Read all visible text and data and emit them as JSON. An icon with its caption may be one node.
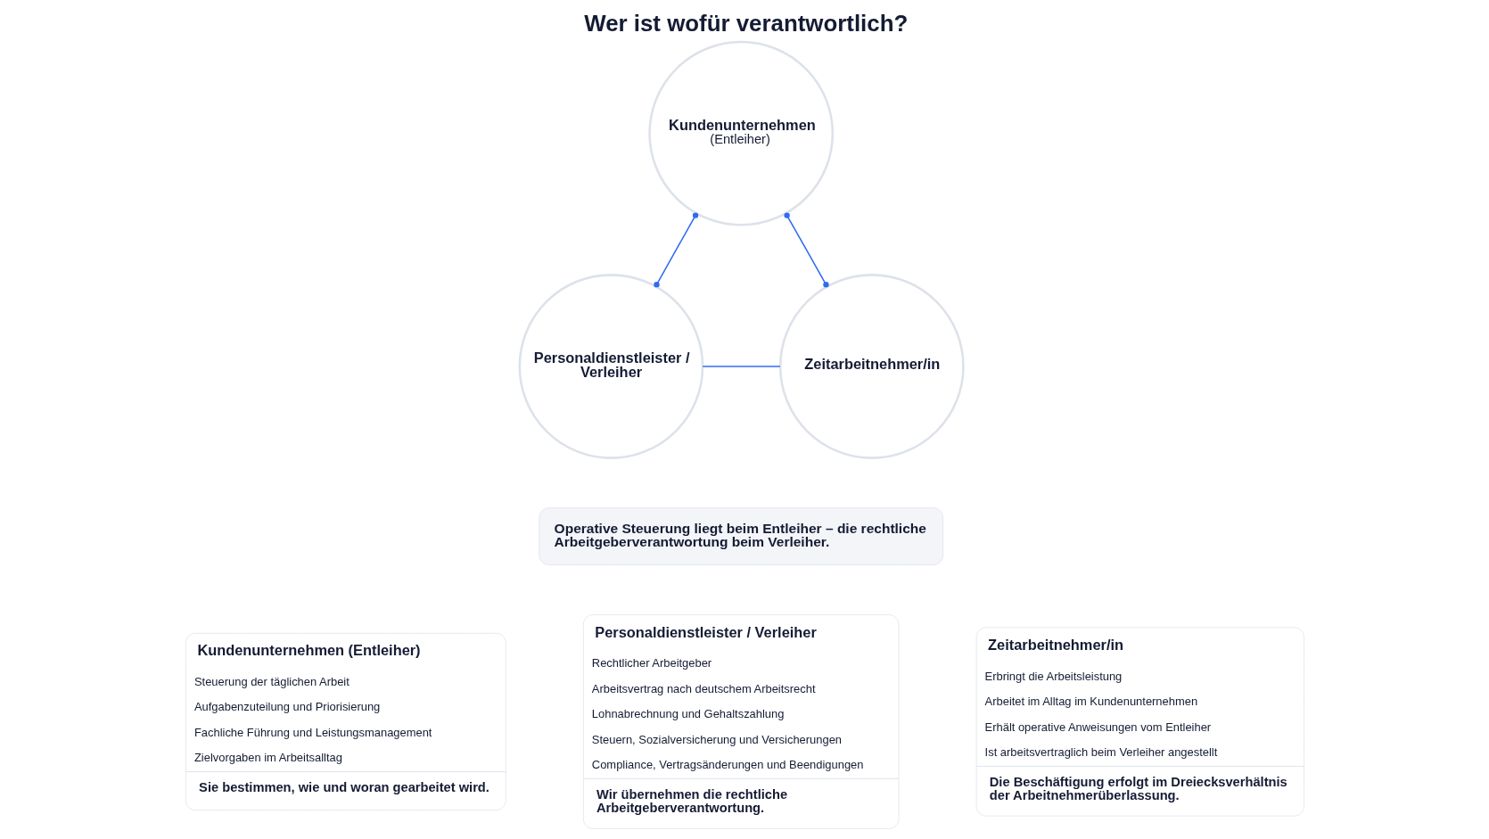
{
  "diagram": {
    "title": "Wer ist wofür verantwortlich?",
    "nodes": [
      {
        "text": [
          "Kundenunternehmen",
          "(Entleiher)"
        ]
      },
      {
        "text": [
          "Personaldienstleister / Verleiher"
        ]
      },
      {
        "text": [
          "Zeitarbeitnehmer/in"
        ]
      },
      {
        "text": [
          "Operative Steuerung liegt beim Entleiher – die rechtliche Arbeitgeberverantwortung beim Verleiher."
        ]
      },
      {
        "text": [
          "Kundenunternehmen (Entleiher)",
          "Steuerung der täglichen Arbeit",
          "Aufgabenzuteilung und Priorisierung",
          "Fachliche Führung und Leistungsmanagement",
          "Zielvorgaben im Arbeitsalltag",
          "Sie bestimmen, wie und woran gearbeitet wird."
        ]
      },
      {
        "text": [
          "Personaldienstleister / Verleiher",
          "Rechtlicher Arbeitgeber",
          "Arbeitsvertrag nach deutschem Arbeitsrecht",
          "Lohnabrechnung und Gehaltszahlung",
          "Steuern, Sozialversicherung und Versicherungen",
          "Compliance, Vertragsänderungen und Beendigungen",
          "Wir übernehmen die rechtliche Arbeitgeberverantwortung."
        ]
      },
      {
        "text": [
          "Zeitarbeitnehmer/in",
          "Erbringt die Arbeitsleistung",
          "Arbeitet im Alltag im Kundenunternehmen",
          "Erhält operative Anweisungen vom Entleiher",
          "Ist arbeitsvertraglich beim Verleiher angestellt",
          "Die Beschäftigung erfolgt im Dreiecksverhältnis der Arbeitnehmerüberlassung."
        ]
      }
    ],
    "edges": [
      {
        "from": 0,
        "to": 1,
        "arrow": "other"
      },
      {
        "from": 0,
        "to": 2,
        "arrow": "other"
      },
      {
        "from": 1,
        "to": 2,
        "arrow": "none"
      }
    ]
  }
}
